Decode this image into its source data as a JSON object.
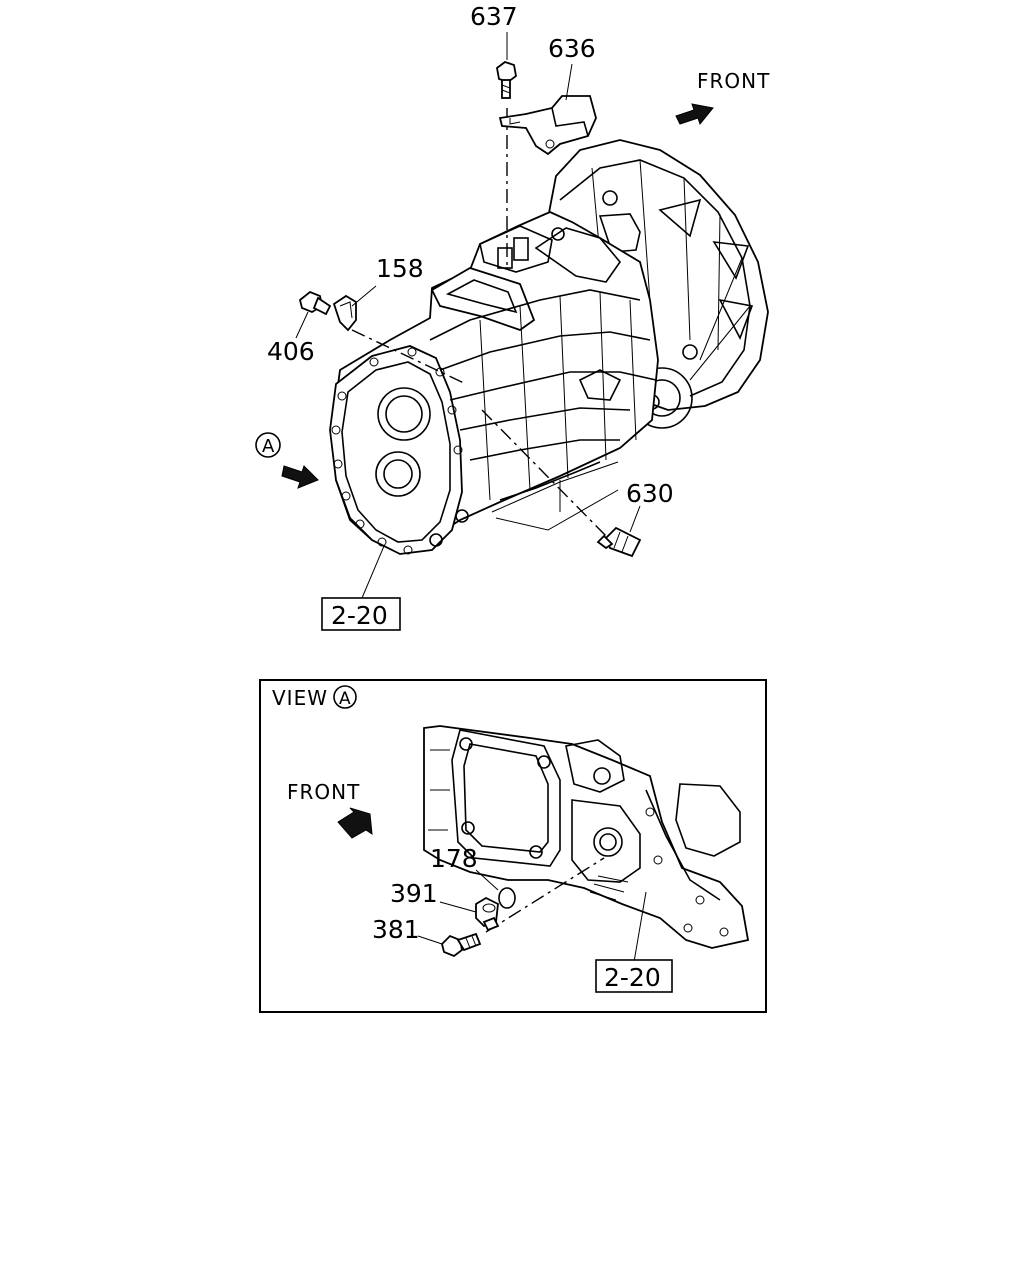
{
  "callouts": {
    "p637": "637",
    "p636": "636",
    "p158": "158",
    "p406": "406",
    "p630": "630",
    "ref_main": "2-20",
    "p178": "178",
    "p391": "391",
    "p381": "381",
    "ref_view": "2-20"
  },
  "direction": {
    "front_main": "FRONT",
    "front_view": "FRONT"
  },
  "view": {
    "marker_letter": "A",
    "title_prefix": "VIEW",
    "title_letter": "A"
  }
}
